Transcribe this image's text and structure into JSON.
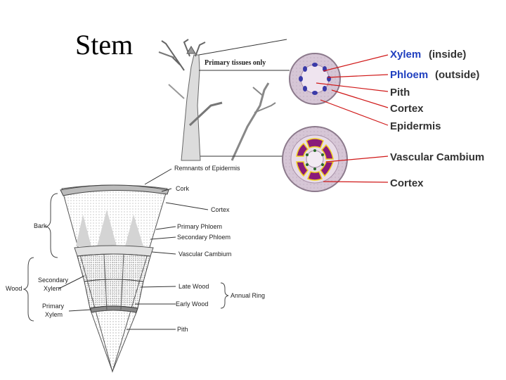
{
  "title": "Stem",
  "twig": {
    "primary_label": "Primary tissues only"
  },
  "primary_stem_labels": {
    "xylem": "Xylem",
    "xylem_note": "(inside)",
    "phloem": "Phloem",
    "phloem_note": "(outside)",
    "pith": "Pith",
    "cortex": "Cortex",
    "epidermis": "Epidermis"
  },
  "secondary_stem_labels": {
    "vascular_cambium": "Vascular Cambium",
    "cortex": "Cortex"
  },
  "wedge_labels": {
    "remnants_epidermis": "Remnants of Epidermis",
    "cork": "Cork",
    "cortex": "Cortex",
    "primary_phloem": "Primary Phloem",
    "secondary_phloem": "Secondary Phloem",
    "vascular_cambium": "Vascular Cambium",
    "late_wood": "Late Wood",
    "early_wood": "Early Wood",
    "pith": "Pith",
    "annual_ring": "Annual Ring",
    "bark": "Bark",
    "wood": "Wood",
    "secondary_xylem_1": "Secondary",
    "secondary_xylem_2": "Xylem",
    "primary_xylem_1": "Primary",
    "primary_xylem_2": "Xylem"
  },
  "colors": {
    "xylem_label": "#1f3fbf",
    "phloem_label": "#1f3fbf",
    "pointer_red": "#d01818",
    "section_fill": "#d8c8d8",
    "vascular_purple": "#8a1a7a",
    "xylem_blue": "#3a3aa8"
  }
}
